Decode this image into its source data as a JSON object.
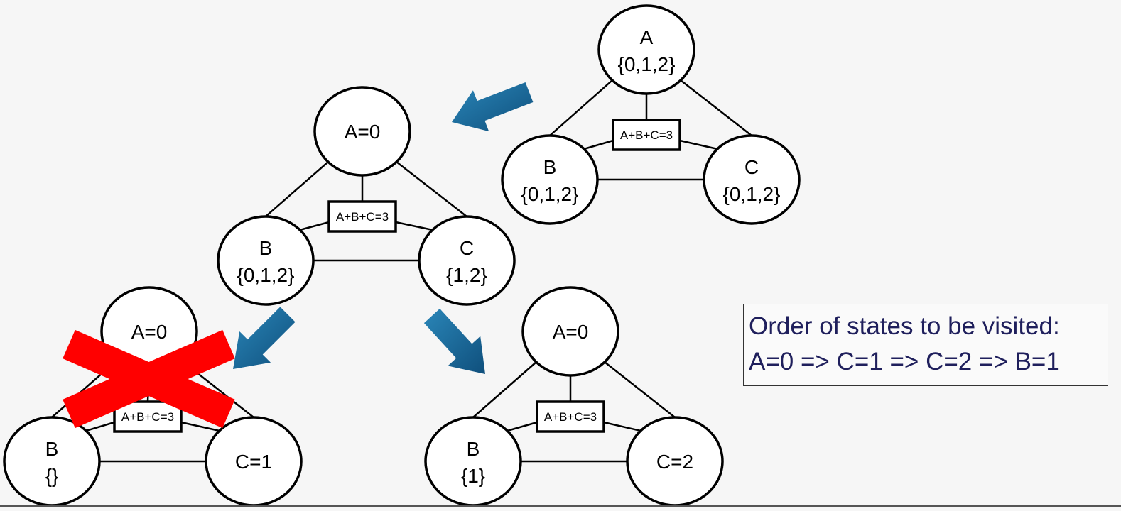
{
  "graphs": [
    {
      "id": "initial",
      "nodes": [
        {
          "id": "A",
          "lines": [
            "A",
            "{0,1,2}"
          ]
        },
        {
          "id": "B",
          "lines": [
            "B",
            "{0,1,2}"
          ]
        },
        {
          "id": "C",
          "lines": [
            "C",
            "{0,1,2}"
          ]
        }
      ],
      "constraint": "A+B+C=3",
      "failed": false
    },
    {
      "id": "after-a0",
      "nodes": [
        {
          "id": "A",
          "lines": [
            "A=0"
          ]
        },
        {
          "id": "B",
          "lines": [
            "B",
            "{0,1,2}"
          ]
        },
        {
          "id": "C",
          "lines": [
            "C",
            "{1,2}"
          ]
        }
      ],
      "constraint": "A+B+C=3",
      "failed": false
    },
    {
      "id": "after-c1",
      "nodes": [
        {
          "id": "A",
          "lines": [
            "A=0"
          ]
        },
        {
          "id": "B",
          "lines": [
            "B",
            "{}"
          ]
        },
        {
          "id": "C",
          "lines": [
            "C=1"
          ]
        }
      ],
      "constraint": "A+B+C=3",
      "failed": true
    },
    {
      "id": "after-c2",
      "nodes": [
        {
          "id": "A",
          "lines": [
            "A=0"
          ]
        },
        {
          "id": "B",
          "lines": [
            "B",
            "{1}"
          ]
        },
        {
          "id": "C",
          "lines": [
            "C=2"
          ]
        }
      ],
      "constraint": "A+B+C=3",
      "failed": false
    }
  ],
  "order_box": {
    "line1": "Order of states to be visited:",
    "line2": "A=0 => C=1 => C=2 => B=1"
  },
  "colors": {
    "arrow": "#1a6a9a",
    "cross": "#ff0000",
    "order_text": "#1f1f5c"
  }
}
